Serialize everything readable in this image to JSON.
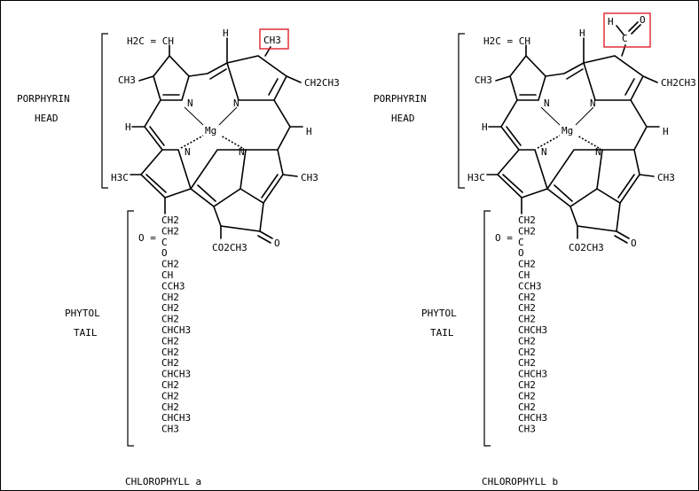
{
  "molecule_a": {
    "title": "CHLOROPHYLL a",
    "head_label_1": "PORPHYRIN",
    "head_label_2": "HEAD",
    "tail_label_1": "PHYTOL",
    "tail_label_2": "TAIL",
    "vinyl": "H2C = CH",
    "highlight_group": "CH3",
    "top_h": "H",
    "ethyl": "CH2CH3",
    "methyl_1": "CH3",
    "h_left": "H",
    "h_right": "H",
    "metal": "Mg",
    "n1": "N",
    "n2": "N",
    "n3": "N",
    "n4": "N",
    "methyl_2": "H3C",
    "methyl_3": "CH3",
    "ester": "CO2CH3",
    "keto_o": "O",
    "carbonyl_o": "O =",
    "tail": [
      "CH2",
      "CH2",
      "C",
      "O",
      "CH2",
      "CH",
      "CCH3",
      "CH2",
      "CH2",
      "CH2",
      "CHCH3",
      "CH2",
      "CH2",
      "CH2",
      "CHCH3",
      "CH2",
      "CH2",
      "CH2",
      "CHCH3",
      "CH3"
    ]
  },
  "molecule_b": {
    "title": "CHLOROPHYLL b",
    "head_label_1": "PORPHYRIN",
    "head_label_2": "HEAD",
    "tail_label_1": "PHYTOL",
    "tail_label_2": "TAIL",
    "vinyl": "H2C = CH",
    "formyl_h": "H",
    "formyl_c": "C",
    "formyl_o": "O",
    "top_h": "H",
    "ethyl": "CH2CH3",
    "methyl_1": "CH3",
    "h_left": "H",
    "h_right": "H",
    "metal": "Mg",
    "n1": "N",
    "n2": "N",
    "n3": "N",
    "n4": "N",
    "methyl_2": "H3C",
    "methyl_3": "CH3",
    "ester": "CO2CH3",
    "keto_o": "O",
    "carbonyl_o": "O =",
    "tail": [
      "CH2",
      "CH2",
      "C",
      "O",
      "CH2",
      "CH",
      "CCH3",
      "CH2",
      "CH2",
      "CH2",
      "CHCH3",
      "CH2",
      "CH2",
      "CH2",
      "CHCH3",
      "CH2",
      "CH2",
      "CH2",
      "CHCH3",
      "CH3"
    ]
  },
  "colors": {
    "highlight": "#e0202a",
    "ink": "#000000"
  }
}
